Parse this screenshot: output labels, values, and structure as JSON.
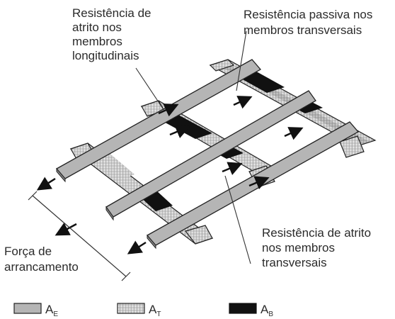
{
  "labels": {
    "friction_longitudinal": [
      "Resistência de",
      "atrito nos",
      "membros",
      "longitudinais"
    ],
    "passive_transverse": [
      "Resistência passiva nos",
      "membros transversais"
    ],
    "friction_transverse": [
      "Resistência de atrito",
      "nos membros",
      "transversais"
    ],
    "pullout_force": [
      "Força de",
      "arrancamento"
    ]
  },
  "legend": [
    {
      "symbol": "A",
      "subscript": "E",
      "pattern": "solid-gray"
    },
    {
      "symbol": "A",
      "subscript": "T",
      "pattern": "hatched"
    },
    {
      "symbol": "A",
      "subscript": "B",
      "pattern": "solid-black"
    }
  ],
  "colors": {
    "longitudinal": "#b5b5b5",
    "transverse_face": "#d8d8d8",
    "bearing": "#111111",
    "stroke": "#222222",
    "text": "#2b2b2b"
  }
}
